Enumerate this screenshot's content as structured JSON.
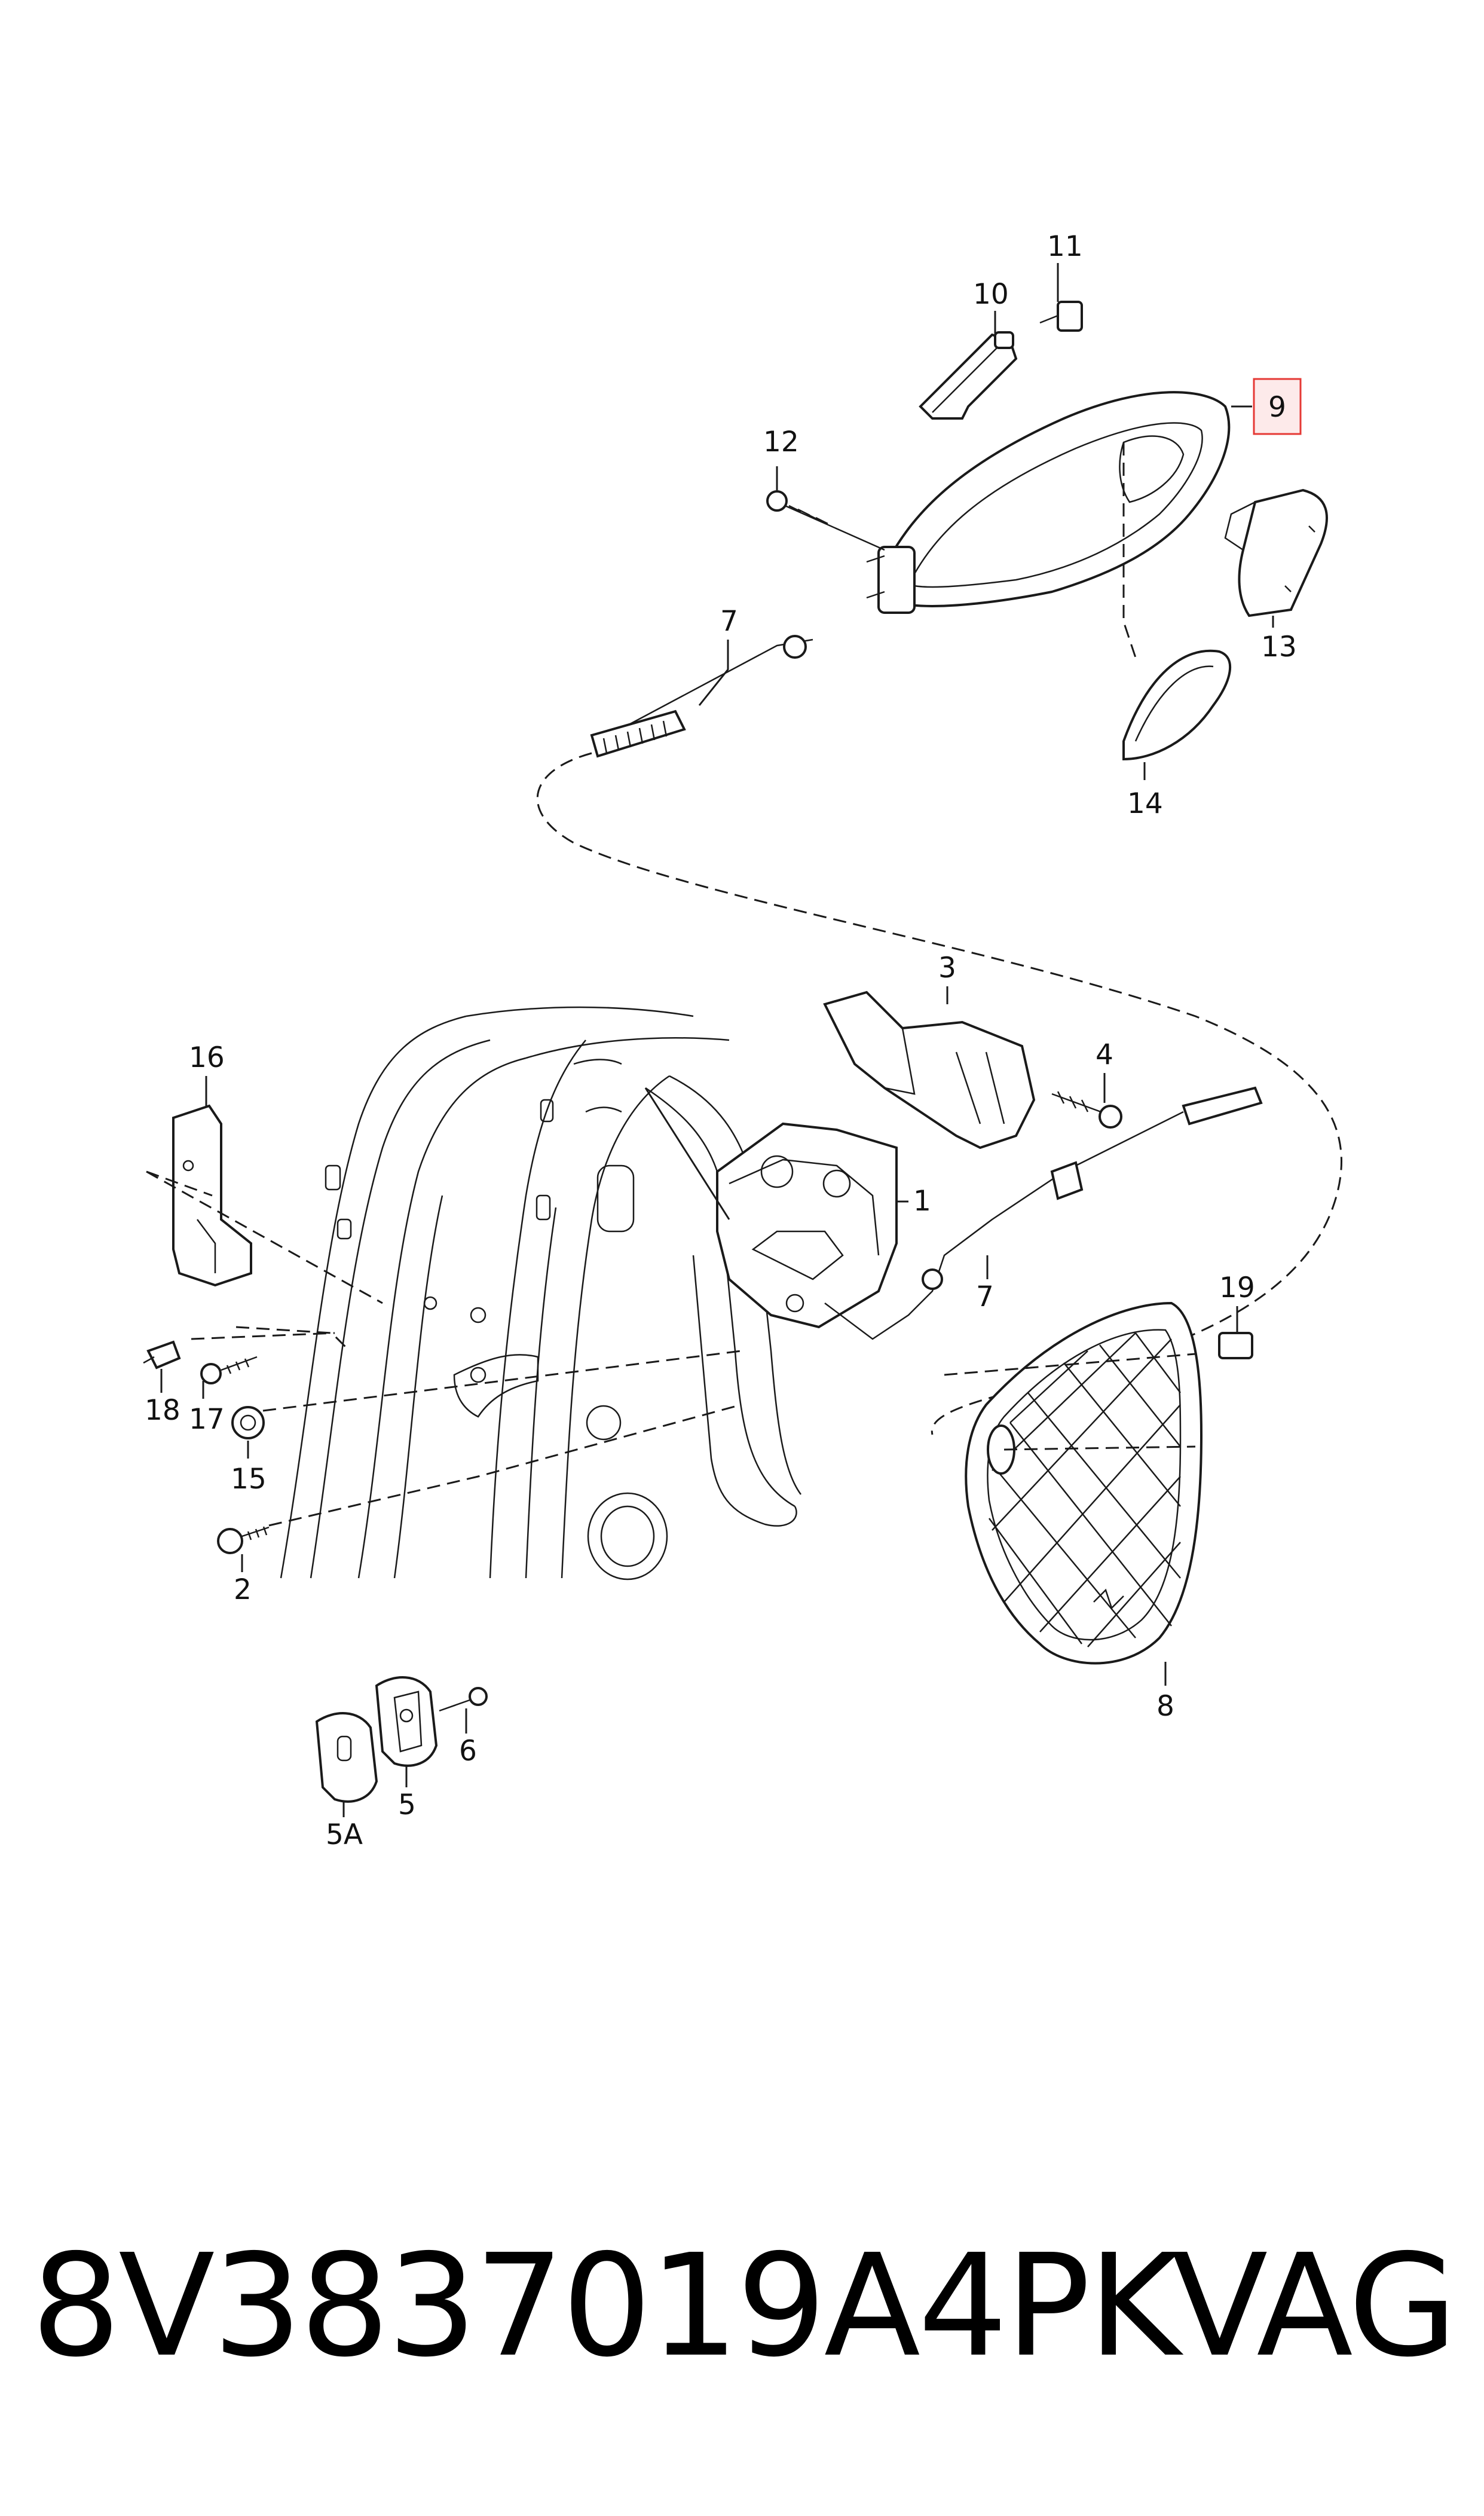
{
  "diagram": {
    "labels": {
      "p1": "1",
      "p2": "2",
      "p3": "3",
      "p4": "4",
      "p5": "5",
      "p5a": "5A",
      "p6": "6",
      "p7a": "7",
      "p7b": "7",
      "p8": "8",
      "p9": "9",
      "p10": "10",
      "p11": "11",
      "p12": "12",
      "p13": "13",
      "p14": "14",
      "p15": "15",
      "p16": "16",
      "p17": "17",
      "p18": "18",
      "p19": "19"
    },
    "highlight_color": "#e53935"
  },
  "caption": {
    "part_number": "8V3837019A4PK",
    "brand": "VAG"
  }
}
